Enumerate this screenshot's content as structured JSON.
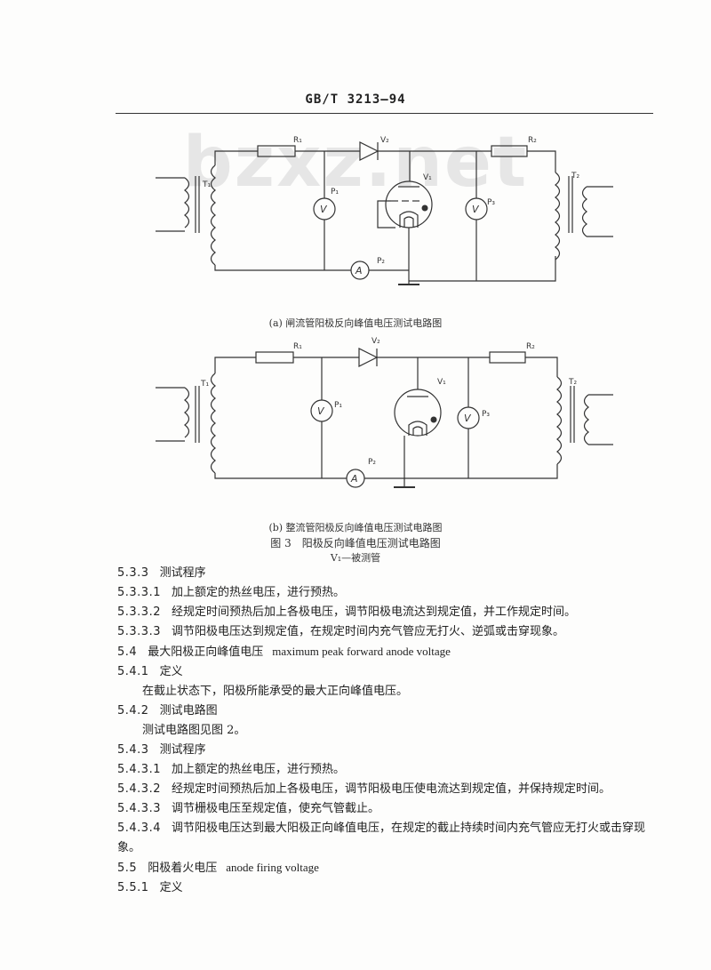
{
  "header": {
    "standard_code": "GB/T 3213—94"
  },
  "watermark": "bzxz.net",
  "figure_a": {
    "caption": "(a) 闸流管阳极反向峰值电压测试电路图",
    "labels": {
      "r1": "R₁",
      "r2": "R₂",
      "t1": "T₁",
      "t2": "T₂",
      "v2": "V₂",
      "v1": "V₁",
      "p1": "P₁",
      "p2": "P₂",
      "p3": "P₃",
      "meter_v": "V",
      "meter_a": "A"
    }
  },
  "figure_b": {
    "caption": "(b) 整流管阳极反向峰值电压测试电路图",
    "labels": {
      "r1": "R₁",
      "r2": "R₂",
      "t1": "T₁",
      "t2": "T₂",
      "v2": "V₂",
      "v1": "V₁",
      "p1": "P₁",
      "p2": "P₂",
      "p3": "P₃",
      "meter_v": "V",
      "meter_a": "A"
    }
  },
  "figure_title": "图 3　阳极反向峰值电压测试电路图",
  "figure_note": "V₁—被测管",
  "body": {
    "l1": {
      "num": "5.3.3",
      "text": "测试程序"
    },
    "l2": {
      "num": "5.3.3.1",
      "text": "加上额定的热丝电压，进行预热。"
    },
    "l3": {
      "num": "5.3.3.2",
      "text": "经规定时间预热后加上各极电压，调节阳极电流达到规定值，并工作规定时间。"
    },
    "l4": {
      "num": "5.3.3.3",
      "text": "调节阳极电压达到规定值，在规定时间内充气管应无打火、逆弧或击穿现象。"
    },
    "l5": {
      "num": "5.4",
      "text": "最大阳极正向峰值电压",
      "en": "maximum peak forward anode voltage"
    },
    "l6": {
      "num": "5.4.1",
      "text": "定义"
    },
    "l7": {
      "text": "在截止状态下，阳极所能承受的最大正向峰值电压。"
    },
    "l8": {
      "num": "5.4.2",
      "text": "测试电路图"
    },
    "l9": {
      "text": "测试电路图见图 2。"
    },
    "l10": {
      "num": "5.4.3",
      "text": "测试程序"
    },
    "l11": {
      "num": "5.4.3.1",
      "text": "加上额定的热丝电压，进行预热。"
    },
    "l12": {
      "num": "5.4.3.2",
      "text": "经规定时间预热后加上各极电压，调节阳极电压使电流达到规定值，并保持规定时间。"
    },
    "l13": {
      "num": "5.4.3.3",
      "text": "调节栅极电压至规定值，使充气管截止。"
    },
    "l14": {
      "num": "5.4.3.4",
      "text": "调节阳极电压达到最大阳极正向峰值电压，在规定的截止持续时间内充气管应无打火或击穿现象。"
    },
    "l15": {
      "num": "5.5",
      "text": "阳极着火电压",
      "en": "anode firing voltage"
    },
    "l16": {
      "num": "5.5.1",
      "text": "定义"
    }
  }
}
